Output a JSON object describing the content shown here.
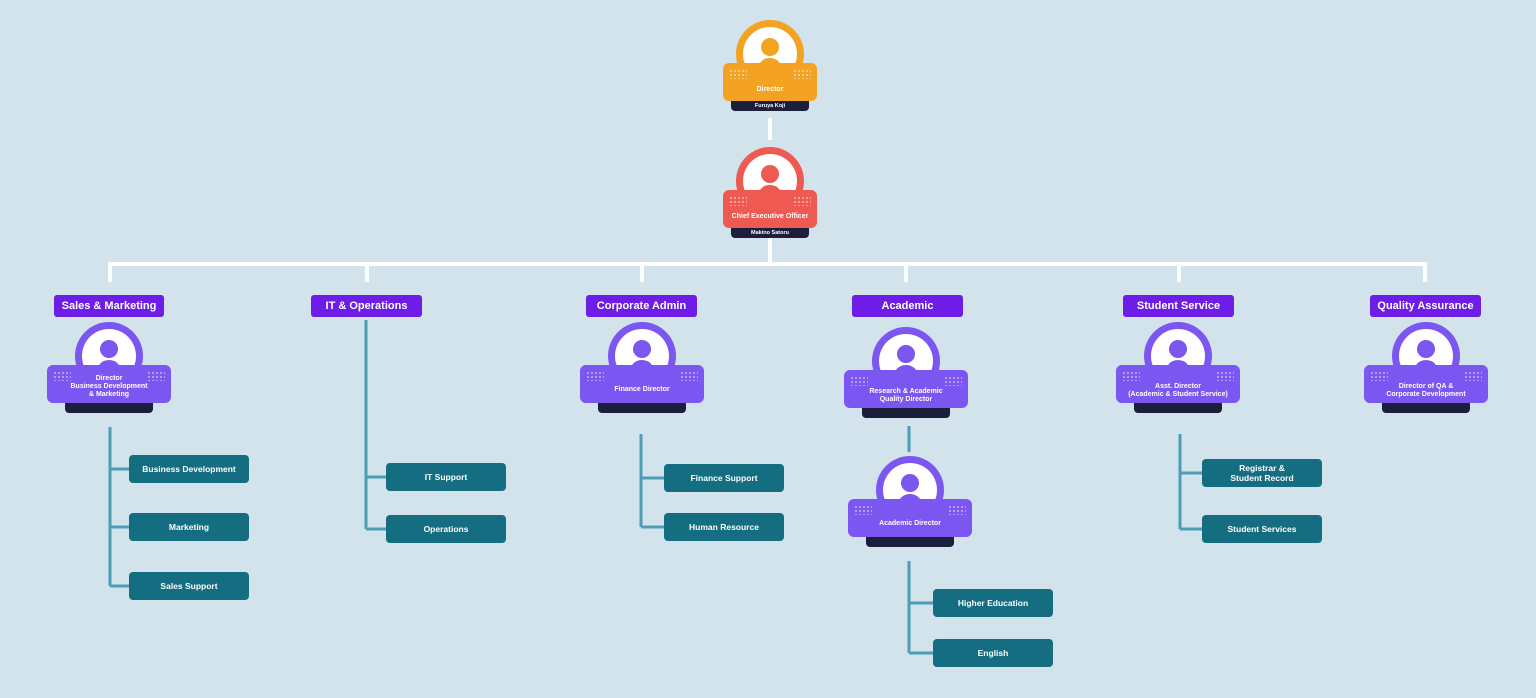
{
  "colors": {
    "background": "#d2e3ec",
    "director": "#f3a221",
    "ceo": "#ee5a52",
    "department": "#6d1de6",
    "manager": "#7b56f0",
    "subunit": "#156d82",
    "connector_main": "#ffffff",
    "connector_sub": "#4f9cb8",
    "namebar": "#1c1f3b"
  },
  "icons": {
    "person": "person-avatar-icon"
  },
  "top": {
    "director": {
      "role": "Director",
      "name": "Furuya Koji"
    },
    "ceo": {
      "role": "Chief Executive Officer",
      "name": "Makino Satoru"
    }
  },
  "departments": [
    {
      "label": "Sales & Marketing",
      "manager": "Director\nBusiness Development\n& Marketing",
      "units": [
        "Business Development",
        "Marketing",
        "Sales Support"
      ]
    },
    {
      "label": "IT & Operations",
      "units": [
        "IT Support",
        "Operations"
      ]
    },
    {
      "label": "Corporate Admin",
      "manager": "Finance Director",
      "units": [
        "Finance Support",
        "Human Resource"
      ]
    },
    {
      "label": "Academic",
      "manager": "Research & Academic\nQuality Director",
      "submanager": "Academic Director",
      "units": [
        "Higher Education",
        "English"
      ]
    },
    {
      "label": "Student Service",
      "manager": "Asst. Director\n(Academic & Student Service)",
      "units": [
        "Registrar &\nStudent Record",
        "Student Services"
      ]
    },
    {
      "label": "Quality Assurance",
      "manager": "Director of QA &\nCorporate Development"
    }
  ]
}
